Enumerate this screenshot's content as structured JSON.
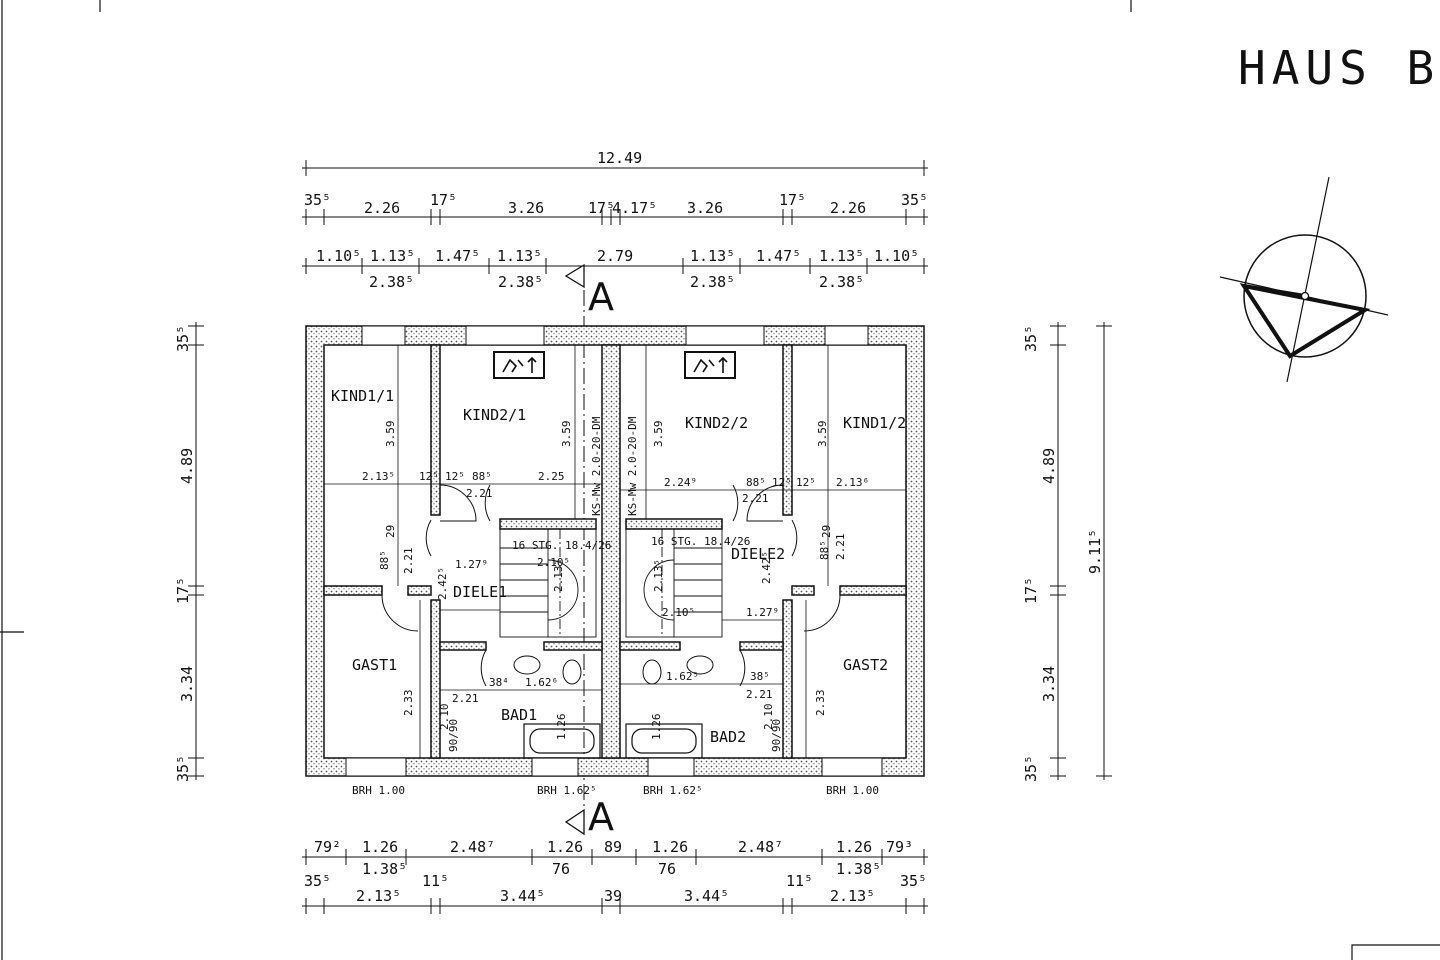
{
  "title": "HAUS B",
  "section_marker": "A",
  "rooms": {
    "kind1_1": "KIND1/1",
    "kind2_1": "KIND2/1",
    "kind2_2": "KIND2/2",
    "kind1_2": "KIND1/2",
    "diele1": "DIELE1",
    "diele2": "DIELE2",
    "gast1": "GAST1",
    "gast2": "GAST2",
    "bad1": "BAD1",
    "bad2": "BAD2"
  },
  "notes": {
    "stair_left": "16 STG. 18.4/26",
    "stair_right": "16 STG. 18.4/26",
    "wall_left": "KS-Mw 2.0-20-DM",
    "wall_right": "KS-Mw 2.0-20-DM",
    "brh_1": "BRH 1.00",
    "brh_2": "BRH 1.62⁵",
    "brh_3": "BRH 1.62⁵",
    "brh_4": "BRH 1.00",
    "door_90_left": "90/90",
    "door_90_right": "90/90"
  },
  "dims_top": {
    "overall": "12.49",
    "row2": [
      "35⁵",
      "2.26",
      "17⁵",
      "3.26",
      "17⁵",
      "4.17⁵",
      "3.26",
      "17⁵",
      "2.26",
      "35⁵"
    ],
    "row3a": [
      "1.10⁵",
      "1.13⁵",
      "1.47⁵",
      "1.13⁵",
      "2.79",
      "1.13⁵",
      "1.47⁵",
      "1.13⁵",
      "1.10⁵"
    ],
    "row3b": [
      "2.38⁵",
      "2.38⁵",
      "2.38⁵",
      "2.38⁵"
    ]
  },
  "dims_bottom": {
    "row1": [
      "79²",
      "1.26",
      "2.48⁷",
      "1.26",
      "89",
      "1.26",
      "2.48⁷",
      "1.26",
      "79³"
    ],
    "row1b": [
      "1.38⁵",
      "76",
      "76",
      "1.38⁵"
    ],
    "row2": [
      "35⁵",
      "2.13⁵",
      "11⁵",
      "3.44⁵",
      "39",
      "3.44⁵",
      "11⁵",
      "2.13⁵",
      "35⁵"
    ]
  },
  "dims_left": [
    "35⁵",
    "4.89",
    "17⁵",
    "3.34",
    "35⁵"
  ],
  "dims_right": [
    "35⁵",
    "4.89",
    "17⁵",
    "3.34",
    "35⁵",
    "9.11⁵"
  ],
  "dims_inner": {
    "h359_a": "3.59",
    "h359_b": "3.59",
    "h359_c": "3.59",
    "h359_d": "3.59",
    "w2135_l": "2.13⁵",
    "w2136_r": "2.13⁶",
    "w125_a": "12⁵",
    "w125_b": "12⁵",
    "w885_a": "88⁵",
    "w225": "2.25",
    "w2249": "2.24⁹",
    "w885_b": "88⁵",
    "w125_c": "12⁵",
    "w125_d": "12⁵",
    "w221_a": "2.21",
    "w221_b": "2.21",
    "v29_l": "29",
    "v29_r": "29",
    "v221_l": "2.21",
    "v221_r": "2.21",
    "v885_l": "88⁵",
    "v885_r": "88⁵",
    "w1279_l": "1.27⁹",
    "w1279_r": "1.27⁹",
    "v2425_l": "2.42⁵",
    "v2425_r": "2.42⁵",
    "w2105_l": "2.10⁵",
    "w2105_r": "2.10⁵",
    "v2135_l": "2.13⁵",
    "v2135_r": "2.13⁵",
    "v233_l": "2.33",
    "v233_r": "2.33",
    "v210_l": "2.10",
    "v210_r": "2.10",
    "w1626": "1.62⁶",
    "w1625": "1.62⁵",
    "w384": "38⁴",
    "w385": "38⁵",
    "v126_l": "1.26",
    "v126_r": "1.26",
    "w221_c": "2.21",
    "w221_d": "2.21"
  }
}
